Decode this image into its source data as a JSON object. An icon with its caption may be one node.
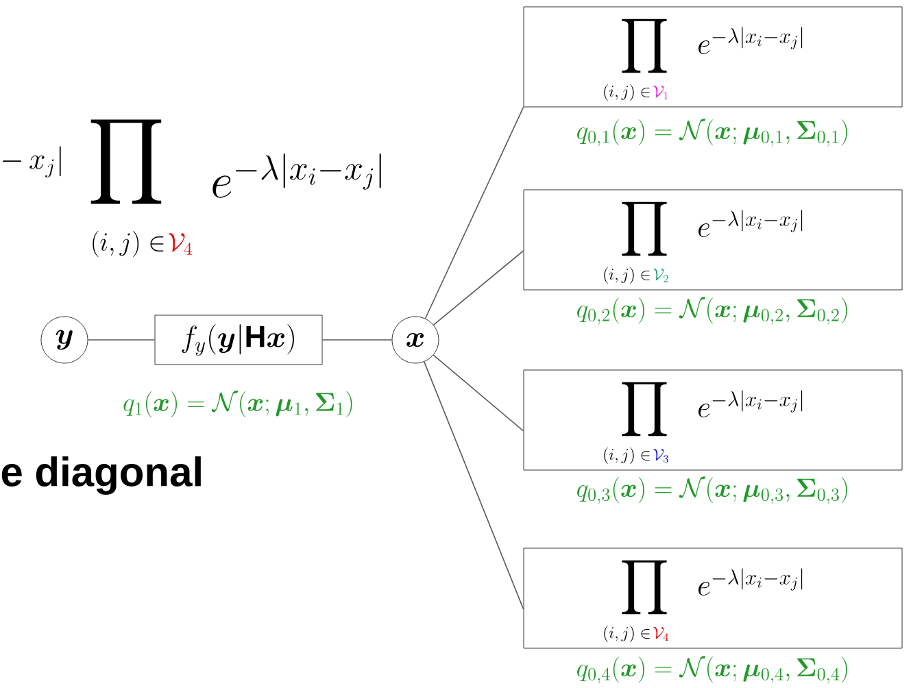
{
  "diagram": {
    "nodes": [
      {
        "text": [
          "\\boldsymbol{y}"
        ]
      },
      {
        "text": [
          "f_y(\\boldsymbol{y}|\\mathbf{H}\\boldsymbol{x})"
        ],
        "beside": [
          "q_1(\\boldsymbol{x}) = \\mathcal{N}(\\boldsymbol{x};\\boldsymbol{\\mu}_1,\\boldsymbol{\\Sigma}_1)"
        ]
      },
      {
        "text": [
          "\\boldsymbol{x}"
        ]
      },
      {
        "text": [
          "\\prod",
          "(i,j)\\in",
          "\\mathcal{V}_1",
          "e^{-\\lambda|x_i-x_j|}"
        ],
        "beside": [
          "q_{0,1}(\\boldsymbol{x}) = \\mathcal{N}(\\boldsymbol{x};\\boldsymbol{\\mu}_{0,1},\\boldsymbol{\\Sigma}_{0,1})"
        ]
      },
      {
        "text": [
          "\\prod",
          "(i,j)\\in",
          "\\mathcal{V}_2",
          "e^{-\\lambda|x_i-x_j|}"
        ],
        "beside": [
          "q_{0,2}(\\boldsymbol{x}) = \\mathcal{N}(\\boldsymbol{x};\\boldsymbol{\\mu}_{0,2},\\boldsymbol{\\Sigma}_{0,2})"
        ]
      },
      {
        "text": [
          "\\prod",
          "(i,j)\\in",
          "\\mathcal{V}_3",
          "e^{-\\lambda|x_i-x_j|}"
        ],
        "beside": [
          "q_{0,3}(\\boldsymbol{x}) = \\mathcal{N}(\\boldsymbol{x};\\boldsymbol{\\mu}_{0,3},\\boldsymbol{\\Sigma}_{0,3})"
        ]
      },
      {
        "text": [
          "\\prod",
          "(i,j)\\in",
          "\\mathcal{V}_4",
          "e^{-\\lambda|x_i-x_j|}"
        ],
        "beside": [
          "q_{0,4}(\\boldsymbol{x}) = \\mathcal{N}(\\boldsymbol{x};\\boldsymbol{\\mu}_{0,4},\\boldsymbol{\\Sigma}_{0,4})"
        ]
      }
    ],
    "edges": [
      {
        "from": 0,
        "to": 1,
        "arrow": "none"
      },
      {
        "from": 1,
        "to": 2,
        "arrow": "none"
      },
      {
        "from": 2,
        "to": 3,
        "arrow": "none"
      },
      {
        "from": 2,
        "to": 4,
        "arrow": "none"
      },
      {
        "from": 2,
        "to": 5,
        "arrow": "none"
      },
      {
        "from": 2,
        "to": 6,
        "arrow": "none"
      }
    ],
    "labels": [
      "-\\,x_j|",
      "\\prod",
      "(i,j)\\in",
      "\\mathcal{V}_4",
      "e^{-\\lambda|x_i-x_j|}",
      "e diagonal"
    ]
  }
}
